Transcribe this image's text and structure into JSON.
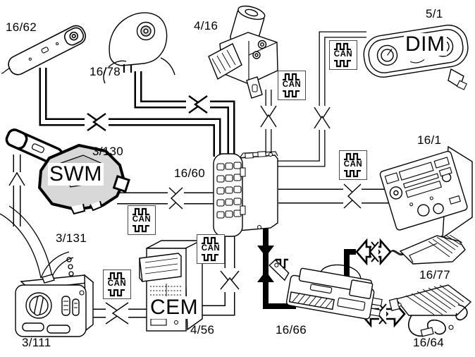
{
  "bus_label": "CAN",
  "colors": {
    "line": "#000000",
    "background": "#ffffff",
    "module_fill": "#d8d8d8"
  },
  "labels": {
    "c16_62": "16/62",
    "c16_78": "16/78",
    "c4_16": "4/16",
    "c5_1": "5/1",
    "dim": "DIM",
    "c16_1": "16/1",
    "c3_130": "3/130",
    "swm": "SWM",
    "c16_60": "16/60",
    "c3_131": "3/131",
    "c3_111": "3/111",
    "cem": "CEM",
    "c4_56": "4/56",
    "c16_66": "16/66",
    "c16_77": "16/77",
    "c16_64": "16/64"
  }
}
